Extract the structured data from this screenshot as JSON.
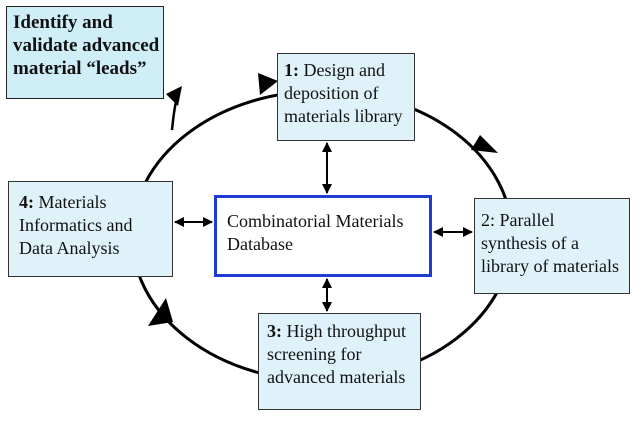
{
  "leads_box": {
    "lines": [
      "Identify and",
      "validate advanced",
      "material “leads”"
    ]
  },
  "step1": {
    "number": "1:",
    "lines": [
      " Design and",
      "deposition of",
      "materials library"
    ]
  },
  "step2": {
    "number": "2:",
    "lines": [
      " Parallel",
      "synthesis of a",
      "library of materials"
    ]
  },
  "step3": {
    "number": "3:",
    "lines": [
      " High throughput",
      "screening for",
      "advanced materials"
    ]
  },
  "step4": {
    "number": "4:",
    "lines": [
      " Materials",
      "Informatics and",
      "Data Analysis"
    ]
  },
  "database": {
    "lines": [
      "Combinatorial Materials",
      "Database"
    ]
  },
  "colors": {
    "box_fill": "#dff2fa",
    "leads_fill": "#cfeef7",
    "database_border": "#1e3ccf",
    "arrow": "#000000"
  }
}
